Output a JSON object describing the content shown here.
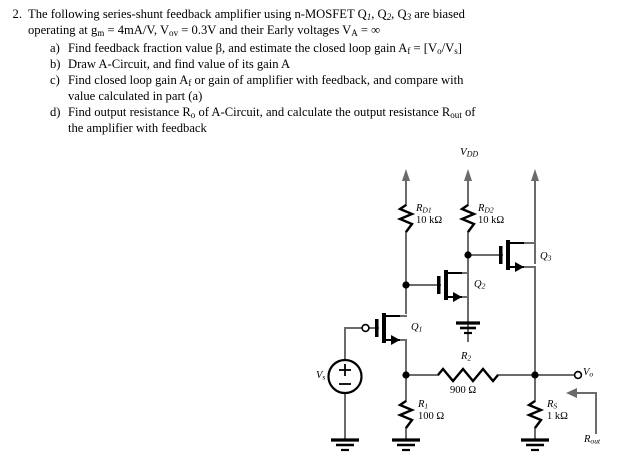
{
  "question": {
    "number": "2.",
    "stem_line1_parts": {
      "a": "The following series-shunt feedback amplifier using n-MOSFET Q",
      "q1": "1",
      "b": ", Q",
      "q2": "2",
      "c": ", Q",
      "q3": "3",
      "d": " are biased"
    },
    "stem_line2_parts": {
      "a": "operating at g",
      "gm_sub": "m",
      "b": " = 4mA/V, V",
      "vov_sub": "ov",
      "c": " = 0.3V and their Early voltages V",
      "va_sub": "A",
      "d": " = ∞"
    },
    "items": [
      {
        "label": "a)",
        "parts": {
          "a": "Find feedback fraction value β, and estimate the closed loop gain A",
          "af_sub": "f",
          "b": " = [V",
          "vo_sub": "o",
          "c": "/V",
          "vs_sub": "s",
          "d": "]"
        },
        "continuation": ""
      },
      {
        "label": "b)",
        "parts": {
          "a": "Draw A-Circuit, and find value of its gain A",
          "af_sub": "",
          "b": "",
          "vo_sub": "",
          "c": "",
          "vs_sub": "",
          "d": ""
        },
        "continuation": ""
      },
      {
        "label": "c)",
        "parts": {
          "a": "Find closed loop gain A",
          "af_sub": "f",
          "b": " or gain of amplifier with feedback, and compare with",
          "vo_sub": "",
          "c": "",
          "vs_sub": "",
          "d": ""
        },
        "continuation": "value calculated in part (a)"
      },
      {
        "label": "d)",
        "parts": {
          "a": "Find output resistance R",
          "af_sub": "o",
          "b": " of A-Circuit, and calculate the output resistance R",
          "vo_sub": "out",
          "c": " of",
          "vs_sub": "",
          "d": ""
        },
        "continuation": "the amplifier with feedback"
      }
    ]
  },
  "circuit": {
    "supply_label": {
      "main": "V",
      "sub": "DD"
    },
    "components": {
      "rd1": {
        "name": "R",
        "name_sub": "D1",
        "value": "10 kΩ"
      },
      "rd2": {
        "name": "R",
        "name_sub": "D2",
        "value": "10 kΩ"
      },
      "r1": {
        "name": "R",
        "name_sub": "1",
        "value": "100 Ω"
      },
      "r2": {
        "name": "R",
        "name_sub": "2",
        "value": "900 Ω"
      },
      "rs": {
        "name": "R",
        "name_sub": "S",
        "value": "1 kΩ"
      }
    },
    "transistors": {
      "q1": {
        "name": "Q",
        "name_sub": "1"
      },
      "q2": {
        "name": "Q",
        "name_sub": "2"
      },
      "q3": {
        "name": "Q",
        "name_sub": "3"
      }
    },
    "source_label": {
      "main": "V",
      "sub": "s"
    },
    "source_polarity": {
      "plus": "+",
      "minus": "−"
    },
    "output_label": {
      "main": "V",
      "sub": "o"
    },
    "rout_label": {
      "main": "R",
      "sub": "out"
    },
    "colors": {
      "wire": "#6b6b6b",
      "ink": "#000000",
      "background": "#ffffff"
    }
  }
}
